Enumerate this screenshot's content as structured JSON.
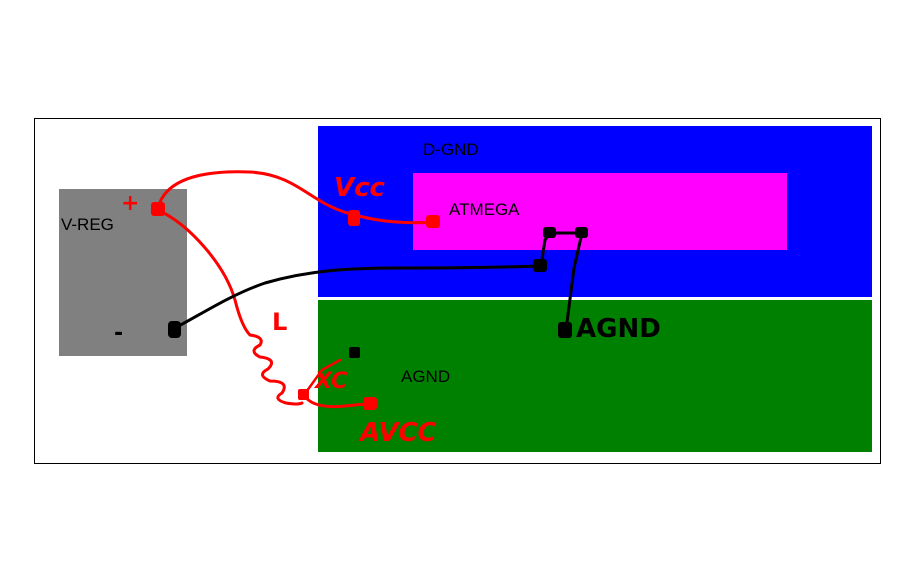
{
  "blocks": {
    "vreg": {
      "label": "V-REG",
      "color": "#808080"
    },
    "dgnd": {
      "label": "D-GND",
      "color": "#0000ff"
    },
    "agnd": {
      "label": "AGND",
      "color": "#008000"
    },
    "atmega": {
      "label": "ATMEGA",
      "color": "#ff00ff"
    }
  },
  "handwritten": {
    "plus": "+",
    "minus": "-",
    "vcc": "Vcc",
    "inductor": "L",
    "capacitor": "XC",
    "avcc": "AVCC",
    "agnd": "AGND"
  },
  "colors": {
    "positive_wire": "#ff0000",
    "ground_wire": "#000000",
    "frame": "#000000",
    "background": "#ffffff"
  }
}
